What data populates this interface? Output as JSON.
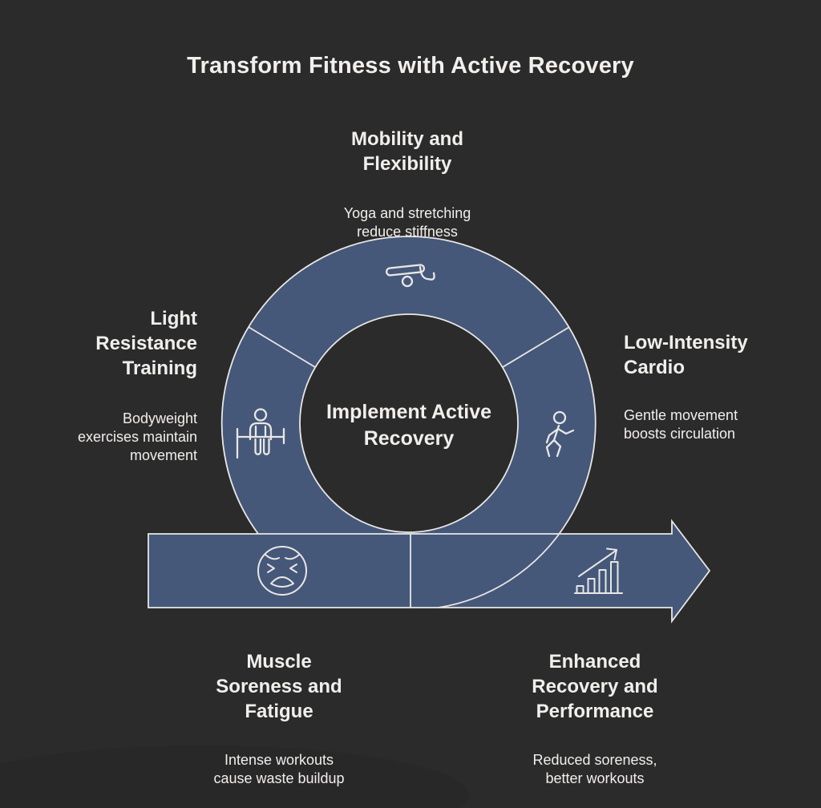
{
  "title": "Transform Fitness with Active Recovery",
  "center_label": "Implement Active\nRecovery",
  "steps": {
    "mobility": {
      "heading": "Mobility and\nFlexibility",
      "description": "Yoga and stretching\nreduce stiffness",
      "icon": "yoga-pose-icon"
    },
    "resistance": {
      "heading": "Light\nResistance\nTraining",
      "description": "Bodyweight\nexercises maintain\nmovement",
      "icon": "bench-press-icon"
    },
    "cardio": {
      "heading": "Low-Intensity\nCardio",
      "description": "Gentle movement\nboosts circulation",
      "icon": "walking-person-icon"
    },
    "soreness": {
      "heading": "Muscle\nSoreness and\nFatigue",
      "description": "Intense workouts\ncause waste buildup",
      "icon": "weary-face-icon"
    },
    "enhanced": {
      "heading": "Enhanced\nRecovery and\nPerformance",
      "description": "Reduced soreness,\nbetter workouts",
      "icon": "growth-chart-icon"
    }
  },
  "colors": {
    "background": "#2b2b2b",
    "loop_fill": "#45587a",
    "outline": "#e9e7e4",
    "text": "#f1efec"
  }
}
